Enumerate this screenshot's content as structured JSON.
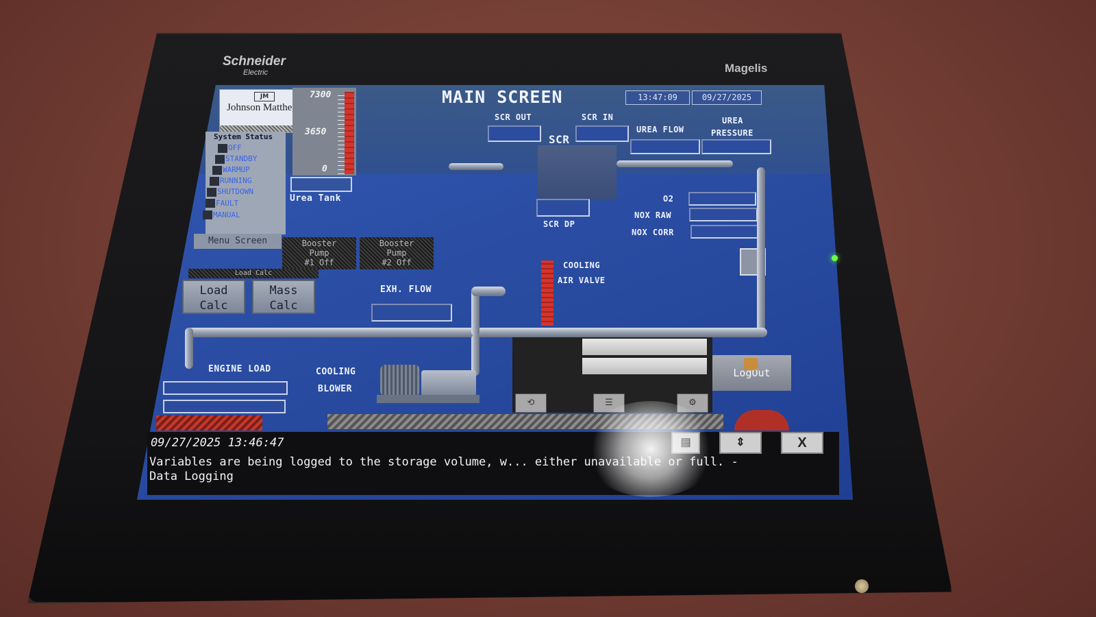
{
  "device": {
    "brand_left": "Schneider",
    "brand_left_sub": "Electric",
    "brand_right": "Magelis"
  },
  "header": {
    "title": "MAIN SCREEN",
    "time": "13:47:09",
    "date": "09/27/2025"
  },
  "logo": {
    "badge": "JM",
    "name": "Johnson Matthey"
  },
  "status": {
    "title": "System Status",
    "items": [
      "OFF",
      "STANDBY",
      "WARMUP",
      "RUNNING",
      "SHUTDOWN",
      "FAULT",
      "MANUAL"
    ]
  },
  "gauge": {
    "max": "7300",
    "mid": "3650",
    "min": "0",
    "label": "Urea Tank"
  },
  "buttons": {
    "menu": "Menu Screen",
    "booster1": [
      "Booster",
      "Pump",
      "#1 Off"
    ],
    "booster2": [
      "Booster",
      "Pump",
      "#2 Off"
    ],
    "calc_group": "Load Calc",
    "load_calc": [
      "Load",
      "Calc"
    ],
    "mass_calc": [
      "Mass",
      "Calc"
    ],
    "logout": "LogOut",
    "footer_close": "X"
  },
  "labels": {
    "scr_out": "SCR OUT",
    "scr_in": "SCR IN",
    "scr": "SCR",
    "urea_flow": "UREA FLOW",
    "urea_pressure_1": "UREA",
    "urea_pressure_2": "PRESSURE",
    "scr_dp": "SCR DP",
    "o2": "O2",
    "nox_raw": "NOX RAW",
    "nox_corr": "NOX CORR",
    "cooling_air_valve_1": "COOLING",
    "cooling_air_valve_2": "AIR VALVE",
    "exh_flow": "EXH. FLOW",
    "engine_load": "ENGINE LOAD",
    "cooling_blower_1": "COOLING",
    "cooling_blower_2": "BLOWER"
  },
  "footer": {
    "timestamp": "09/27/2025 13:46:47",
    "message": "Variables are being logged to the storage volume, w... either unavailable or full.  - Data Logging"
  },
  "colors": {
    "screen_bg": "#2f50a8",
    "alarm_red": "#d5332b",
    "status_text": "#3a63e6"
  }
}
